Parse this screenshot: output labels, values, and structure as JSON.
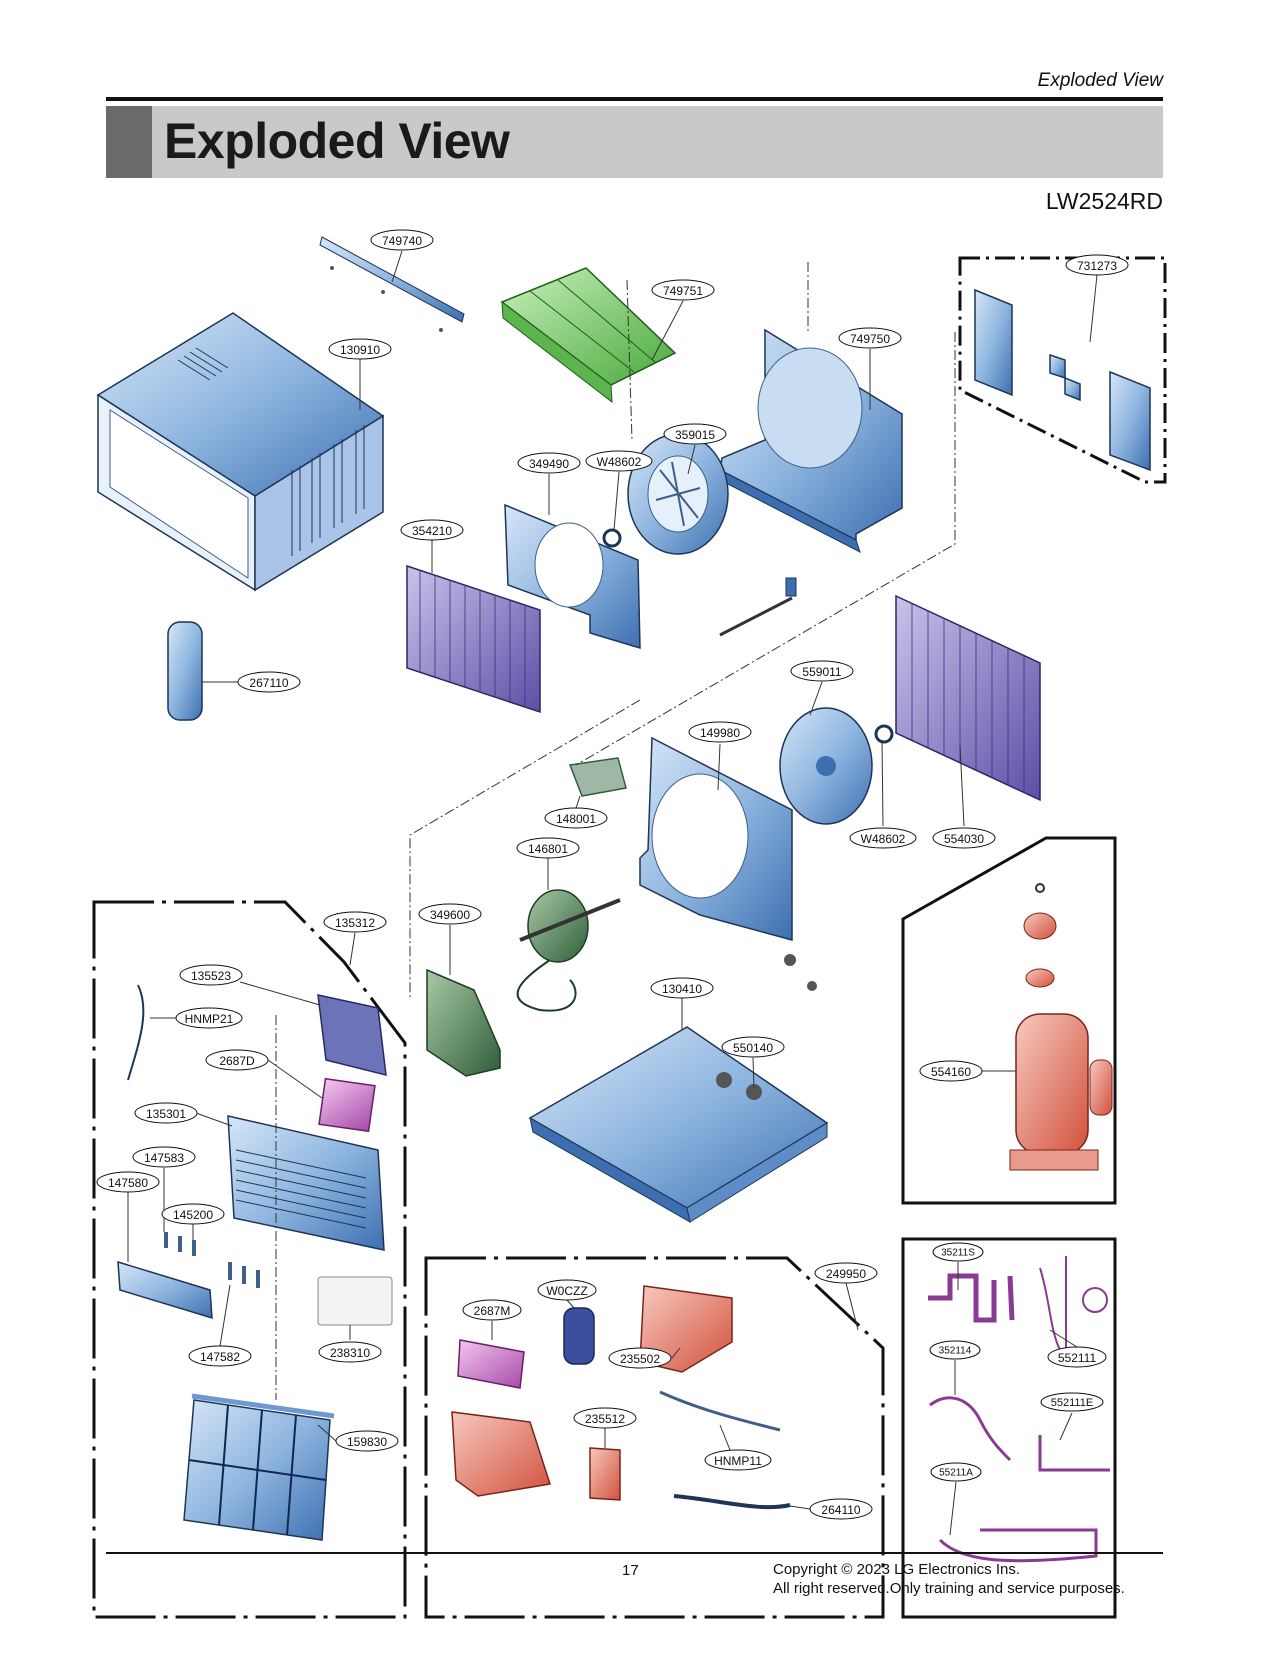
{
  "header": {
    "running_head": "Exploded View",
    "title": "Exploded View",
    "model": "LW2524RD"
  },
  "callouts": {
    "c749740": "749740",
    "c749751": "749751",
    "c731273": "731273",
    "c749750": "749750",
    "c130910": "130910",
    "c359015": "359015",
    "c349490": "349490",
    "cW48602a": "W48602",
    "c354210": "354210",
    "c267110": "267110",
    "c559011": "559011",
    "c149980": "149980",
    "c148001": "148001",
    "cW48602b": "W48602",
    "c554030": "554030",
    "c146801": "146801",
    "c135312": "135312",
    "c349600": "349600",
    "c135523": "135523",
    "c130410": "130410",
    "cHNMP21": "HNMP21",
    "c2687D": "2687D",
    "c550140": "550140",
    "c554160": "554160",
    "c135301": "135301",
    "c147583": "147583",
    "c147580": "147580",
    "c145200": "145200",
    "c249950": "249950",
    "c35211S": "35211S",
    "cW0CZZ": "W0CZZ",
    "c2687M": "2687M",
    "c235502": "235502",
    "c552111": "552111",
    "c352114": "352114",
    "c147582": "147582",
    "c238310": "238310",
    "c552111E": "552111E",
    "c235512": "235512",
    "c159830": "159830",
    "cHNMP11": "HNMP11",
    "c55211A": "55211A",
    "c264110": "264110"
  },
  "footer": {
    "page_number": "17",
    "copyright_line1": "Copyright © 2023 LG Electronics Ins.",
    "copyright_line2": "All right reserved.Only training and service purposes."
  },
  "colors": {
    "blue_part": "#8fb6e0",
    "blue_dark": "#3d5f8a",
    "purple_coil": "#8a80c4",
    "green_part": "#7ccf6a",
    "red_part": "#e27a6a",
    "title_band": "#c9c9c9",
    "title_tab": "#6b6b6b"
  }
}
